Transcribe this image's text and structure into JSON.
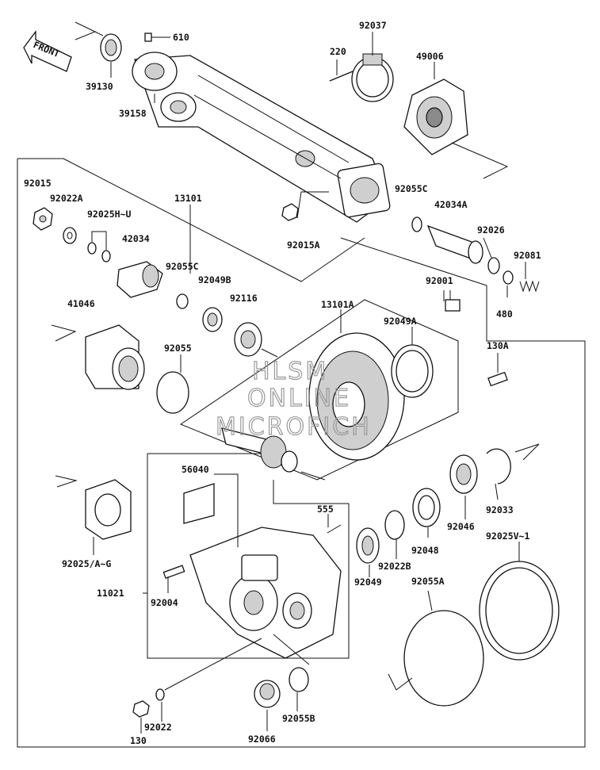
{
  "front_arrow": "FRONT",
  "watermark": [
    "HLSM",
    "ONLINE",
    "MICROFICH"
  ],
  "labels": {
    "p610": "610",
    "p92037": "92037",
    "p220": "220",
    "p49006": "49006",
    "p39130": "39130",
    "p39158": "39158",
    "p92015": "92015",
    "p92022A": "92022A",
    "p92025HU": "92025H~U",
    "p13101": "13101",
    "p42034": "42034",
    "p92055C_top": "92055C",
    "p42034A": "42034A",
    "p92026": "92026",
    "p92081": "92081",
    "p92015A": "92015A",
    "p92055C": "92055C",
    "p92049B": "92049B",
    "p92116": "92116",
    "p92001": "92001",
    "p480": "480",
    "p41046": "41046",
    "p13101A": "13101A",
    "p92049A": "92049A",
    "p130A": "130A",
    "p92055": "92055",
    "p56040": "56040",
    "p555": "555",
    "p92033": "92033",
    "p92046": "92046",
    "p92048": "92048",
    "p92025V1": "92025V~1",
    "p92025AG": "92025/A~G",
    "p92049": "92049",
    "p92022B": "92022B",
    "p92055A": "92055A",
    "p11021": "11021",
    "p92004": "92004",
    "p92022": "92022",
    "p92055B": "92055B",
    "p130": "130",
    "p92066": "92066"
  }
}
